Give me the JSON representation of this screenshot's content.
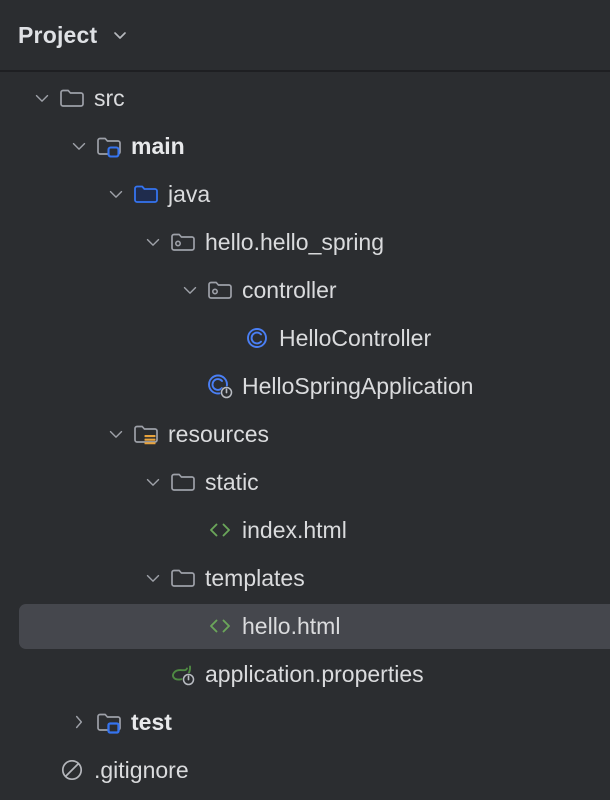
{
  "panel": {
    "title": "Project",
    "title_chevron_icon": "chevron-down-icon",
    "background_color": "#2b2d30",
    "selection_color": "#45474d",
    "text_color": "#dadbdd"
  },
  "colors": {
    "folder_outline": "#9da0a8",
    "sources_root_blue": "#3574f0",
    "java_folder_fill": "#1f2c4d",
    "resources_yellow": "#e8a33d",
    "class_blue": "#4a7ff5",
    "html_green": "#6ba65a",
    "spring_green": "#4f8a43",
    "gitignore_gray": "#b4b6bb",
    "run_badge_gray": "#b9bcc2"
  },
  "tree": {
    "nodes": [
      {
        "id": "src",
        "label": "src",
        "depth": 1,
        "twisty": "expanded",
        "icon": "folder-icon",
        "bold": false,
        "selected": false
      },
      {
        "id": "main",
        "label": "main",
        "depth": 2,
        "twisty": "expanded",
        "icon": "folder-sources-root-icon",
        "bold": true,
        "selected": false
      },
      {
        "id": "java",
        "label": "java",
        "depth": 3,
        "twisty": "expanded",
        "icon": "folder-java-sources-icon",
        "bold": false,
        "selected": false
      },
      {
        "id": "hello.hello_spring",
        "label": "hello.hello_spring",
        "depth": 4,
        "twisty": "expanded",
        "icon": "package-icon",
        "bold": false,
        "selected": false
      },
      {
        "id": "controller",
        "label": "controller",
        "depth": 5,
        "twisty": "expanded",
        "icon": "package-icon",
        "bold": false,
        "selected": false
      },
      {
        "id": "HelloController",
        "label": "HelloController",
        "depth": 6,
        "twisty": "none",
        "icon": "java-class-icon",
        "bold": false,
        "selected": false
      },
      {
        "id": "HelloSpringApplication",
        "label": "HelloSpringApplication",
        "depth": 5,
        "twisty": "none",
        "icon": "java-class-runnable-icon",
        "bold": false,
        "selected": false
      },
      {
        "id": "resources",
        "label": "resources",
        "depth": 3,
        "twisty": "expanded",
        "icon": "folder-resources-root-icon",
        "bold": false,
        "selected": false
      },
      {
        "id": "static",
        "label": "static",
        "depth": 4,
        "twisty": "expanded",
        "icon": "folder-icon",
        "bold": false,
        "selected": false
      },
      {
        "id": "index.html",
        "label": "index.html",
        "depth": 5,
        "twisty": "none",
        "icon": "html-file-icon",
        "bold": false,
        "selected": false
      },
      {
        "id": "templates",
        "label": "templates",
        "depth": 4,
        "twisty": "expanded",
        "icon": "folder-icon",
        "bold": false,
        "selected": false
      },
      {
        "id": "hello.html",
        "label": "hello.html",
        "depth": 5,
        "twisty": "none",
        "icon": "html-file-icon",
        "bold": false,
        "selected": true
      },
      {
        "id": "application.properties",
        "label": "application.properties",
        "depth": 4,
        "twisty": "none",
        "icon": "spring-properties-icon",
        "bold": false,
        "selected": false
      },
      {
        "id": "test",
        "label": "test",
        "depth": 2,
        "twisty": "collapsed",
        "icon": "folder-test-root-icon",
        "bold": true,
        "selected": false
      },
      {
        "id": ".gitignore",
        "label": ".gitignore",
        "depth": 1,
        "twisty": "none",
        "icon": "gitignore-icon",
        "bold": false,
        "selected": false
      }
    ]
  }
}
